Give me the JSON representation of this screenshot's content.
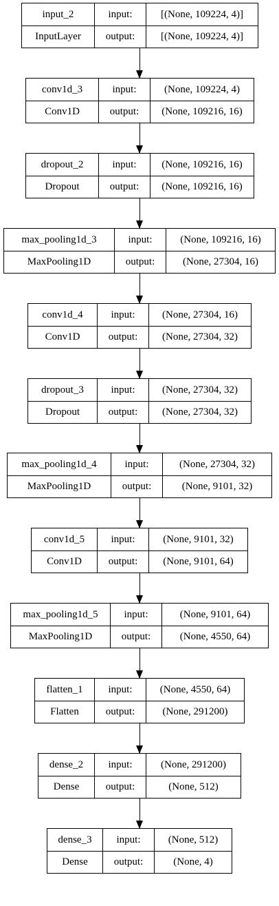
{
  "io_labels": {
    "input": "input:",
    "output": "output:"
  },
  "layers": [
    {
      "name": "input_2",
      "type": "InputLayer",
      "input": "[(None, 109224, 4)]",
      "output": "[(None, 109224, 4)]"
    },
    {
      "name": "conv1d_3",
      "type": "Conv1D",
      "input": "(None, 109224, 4)",
      "output": "(None, 109216, 16)"
    },
    {
      "name": "dropout_2",
      "type": "Dropout",
      "input": "(None, 109216, 16)",
      "output": "(None, 109216, 16)"
    },
    {
      "name": "max_pooling1d_3",
      "type": "MaxPooling1D",
      "input": "(None, 109216, 16)",
      "output": "(None, 27304, 16)"
    },
    {
      "name": "conv1d_4",
      "type": "Conv1D",
      "input": "(None, 27304, 16)",
      "output": "(None, 27304, 32)"
    },
    {
      "name": "dropout_3",
      "type": "Dropout",
      "input": "(None, 27304, 32)",
      "output": "(None, 27304, 32)"
    },
    {
      "name": "max_pooling1d_4",
      "type": "MaxPooling1D",
      "input": "(None, 27304, 32)",
      "output": "(None, 9101, 32)"
    },
    {
      "name": "conv1d_5",
      "type": "Conv1D",
      "input": "(None, 9101, 32)",
      "output": "(None, 9101, 64)"
    },
    {
      "name": "max_pooling1d_5",
      "type": "MaxPooling1D",
      "input": "(None, 9101, 64)",
      "output": "(None, 4550, 64)"
    },
    {
      "name": "flatten_1",
      "type": "Flatten",
      "input": "(None, 4550, 64)",
      "output": "(None, 291200)"
    },
    {
      "name": "dense_2",
      "type": "Dense",
      "input": "(None, 291200)",
      "output": "(None, 512)"
    },
    {
      "name": "dense_3",
      "type": "Dense",
      "input": "(None, 512)",
      "output": "(None, 4)"
    }
  ]
}
